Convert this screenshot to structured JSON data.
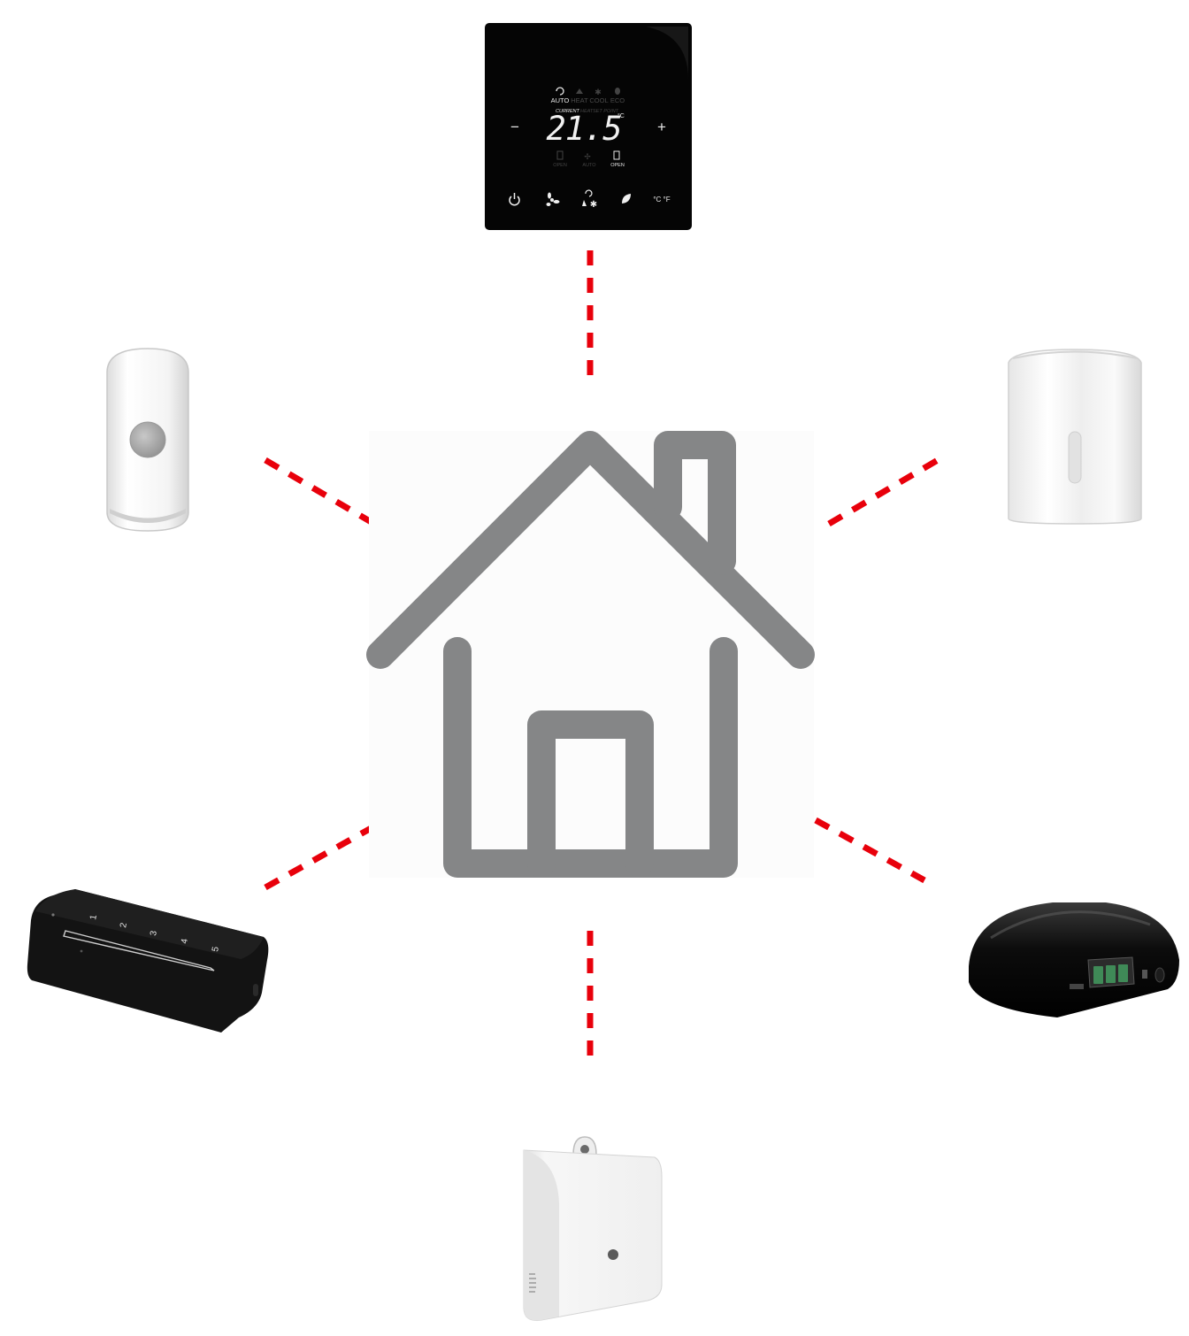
{
  "colors": {
    "connector": "#e8000b",
    "house": "#858687",
    "thermostat_body": "#050505",
    "device_white": "#f2f2f2",
    "device_black": "#121212"
  },
  "thermostat": {
    "modes": [
      "AUTO",
      "HEAT",
      "COOL",
      "ECO"
    ],
    "readout_labels": [
      "CURRENT",
      "HEAT",
      "SET POINT"
    ],
    "temperature": "21.5",
    "temp_unit": "°C",
    "minus": "−",
    "plus": "+",
    "status_left": "OPEN",
    "status_mid": "AUTO",
    "status_right": "OPEN",
    "unit_toggle": "°C °F"
  },
  "keypad": {
    "numbers": [
      "1",
      "2",
      "3",
      "4",
      "5"
    ]
  }
}
